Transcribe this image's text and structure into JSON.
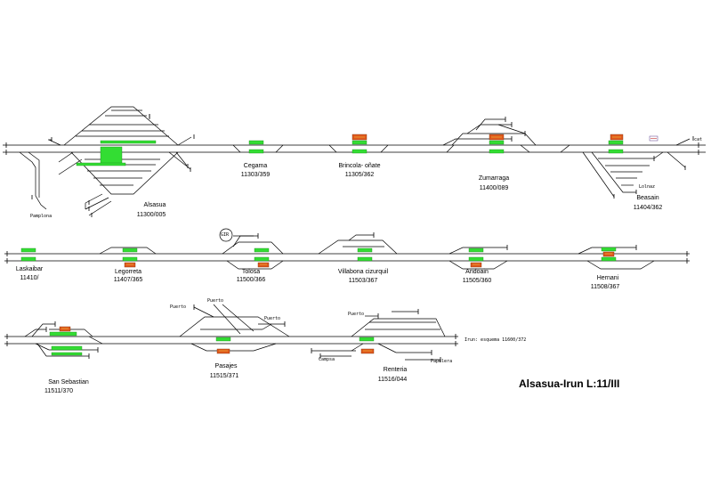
{
  "title": "Alsasua-Irun L:11/III",
  "stations": [
    {
      "name": "Alsasua",
      "code": "11300/005"
    },
    {
      "name": "Cegama",
      "code": "11303/359"
    },
    {
      "name": "Brincola- oñate",
      "code": "11305/362"
    },
    {
      "name": "Zumarraga",
      "code": "11400/089"
    },
    {
      "name": "Beasain",
      "code": "11404/362"
    },
    {
      "name": "Laskaibar",
      "code": "11410/"
    },
    {
      "name": "Legorreta",
      "code": "11407/365"
    },
    {
      "name": "Tolosa",
      "code": "11500/366"
    },
    {
      "name": "Villabona cizurquil",
      "code": "11503/367"
    },
    {
      "name": "Andoain",
      "code": "11505/360"
    },
    {
      "name": "Hernani",
      "code": "11508/367"
    },
    {
      "name": "San Sebastian",
      "code": "11511/370"
    },
    {
      "name": "Pasajes",
      "code": "11515/371"
    },
    {
      "name": "Renteria",
      "code": "11516/044"
    }
  ],
  "sidings": {
    "pamplona": "Pamplona",
    "lolnaz": "Lolnaz",
    "cat": "cat",
    "gir": "GIR",
    "puerto": "Puerto",
    "campsa": "Campsa",
    "papelera": "Papelera",
    "irun": "Irun: esquema 11600/372"
  },
  "colors": {
    "line": "#000000",
    "platform": "#33dd33",
    "building": "#e05a1e",
    "building_accent": "#f2d23a"
  }
}
